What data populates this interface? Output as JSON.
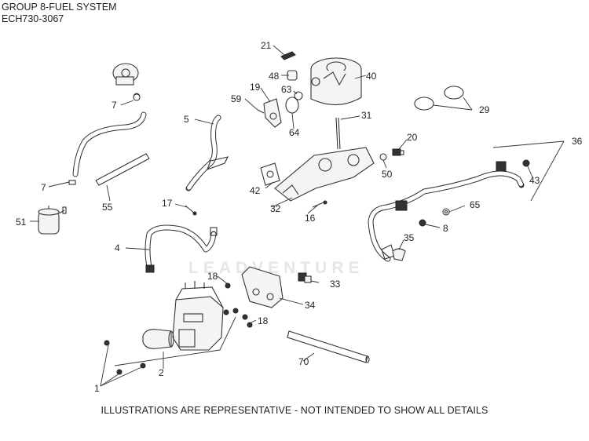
{
  "header": {
    "group_title": "GROUP 8-FUEL SYSTEM",
    "model": "ECH730-3067"
  },
  "footer": {
    "disclaimer": "ILLUSTRATIONS ARE REPRESENTATIVE - NOT INTENDED TO SHOW ALL DETAILS"
  },
  "watermark": {
    "text": "LEADVENTURE"
  },
  "callouts": {
    "c1": "1",
    "c2": "2",
    "c4": "4",
    "c5": "5",
    "c7a": "7",
    "c7b": "7",
    "c8": "8",
    "c16": "16",
    "c17": "17",
    "c18a": "18",
    "c18b": "18",
    "c19": "19",
    "c20": "20",
    "c21": "21",
    "c29": "29",
    "c31": "31",
    "c32": "32",
    "c33": "33",
    "c34": "34",
    "c35": "35",
    "c36": "36",
    "c40": "40",
    "c42": "42",
    "c43": "43",
    "c48": "48",
    "c50": "50",
    "c51": "51",
    "c55": "55",
    "c59": "59",
    "c63": "63",
    "c64": "64",
    "c65": "65",
    "c70": "70"
  }
}
